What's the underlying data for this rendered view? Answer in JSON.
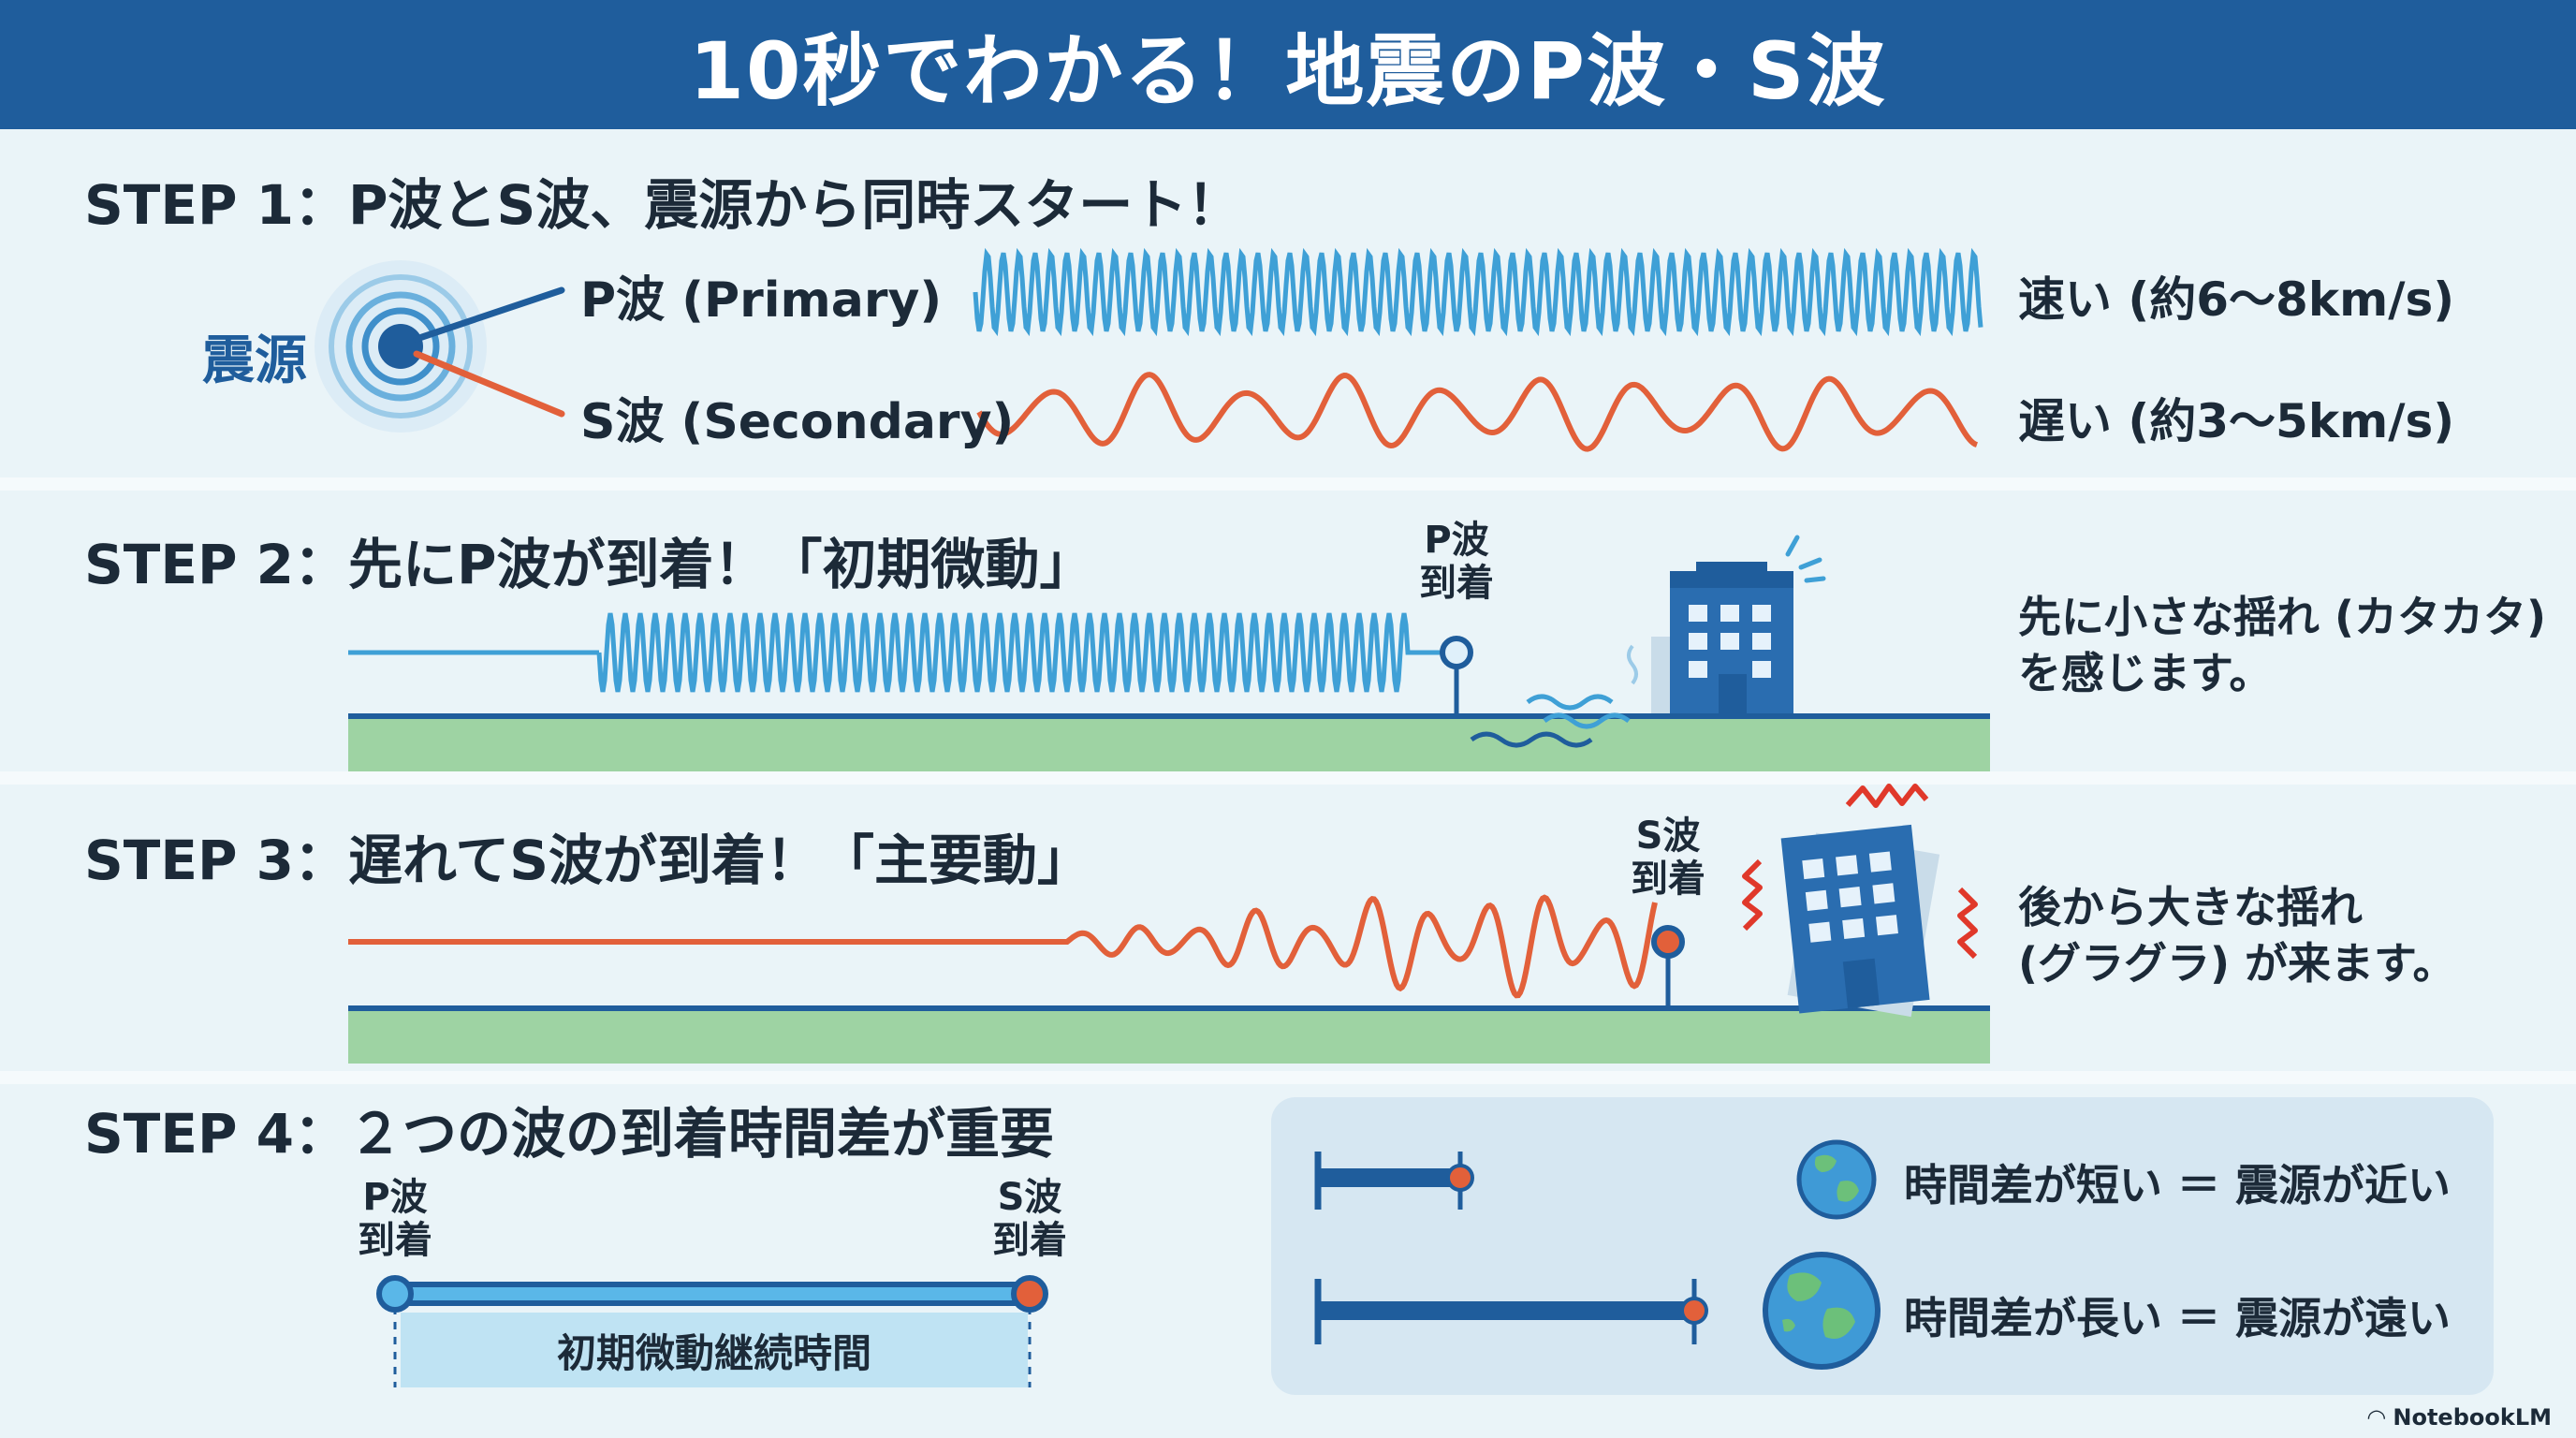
{
  "title": "10秒でわかる！地震のP波・S波",
  "step1": {
    "title": "STEP 1：P波とS波、震源から同時スタート！",
    "source_label": "震源",
    "p_label": "P波 (Primary)",
    "s_label": "S波 (Secondary)",
    "p_speed": "速い (約6〜8km/s)",
    "s_speed": "遅い (約3〜5km/s)"
  },
  "step2": {
    "title": "STEP 2：先にP波が到着！「初期微動」",
    "arrival_line1": "P波",
    "arrival_line2": "到着",
    "desc_line1": "先に小さな揺れ (カタカタ)",
    "desc_line2": "を感じます。"
  },
  "step3": {
    "title": "STEP 3：遅れてS波が到着！「主要動」",
    "arrival_line1": "S波",
    "arrival_line2": "到着",
    "desc_line1": "後から大きな揺れ",
    "desc_line2": "(グラグラ) が来ます。"
  },
  "step4": {
    "title": "STEP 4：２つの波の到着時間差が重要",
    "p_line1": "P波",
    "p_line2": "到着",
    "s_line1": "S波",
    "s_line2": "到着",
    "duration_label": "初期微動継続時間",
    "short_text": "時間差が短い ＝ 震源が近い",
    "long_text": "時間差が長い ＝ 震源が遠い"
  },
  "footer": "NotebookLM",
  "colors": {
    "header": "#1f5d9c",
    "p_wave": "#3fa0d6",
    "s_wave": "#e2603a",
    "ground": "#9ed3a3",
    "line": "#1f5d9c"
  }
}
